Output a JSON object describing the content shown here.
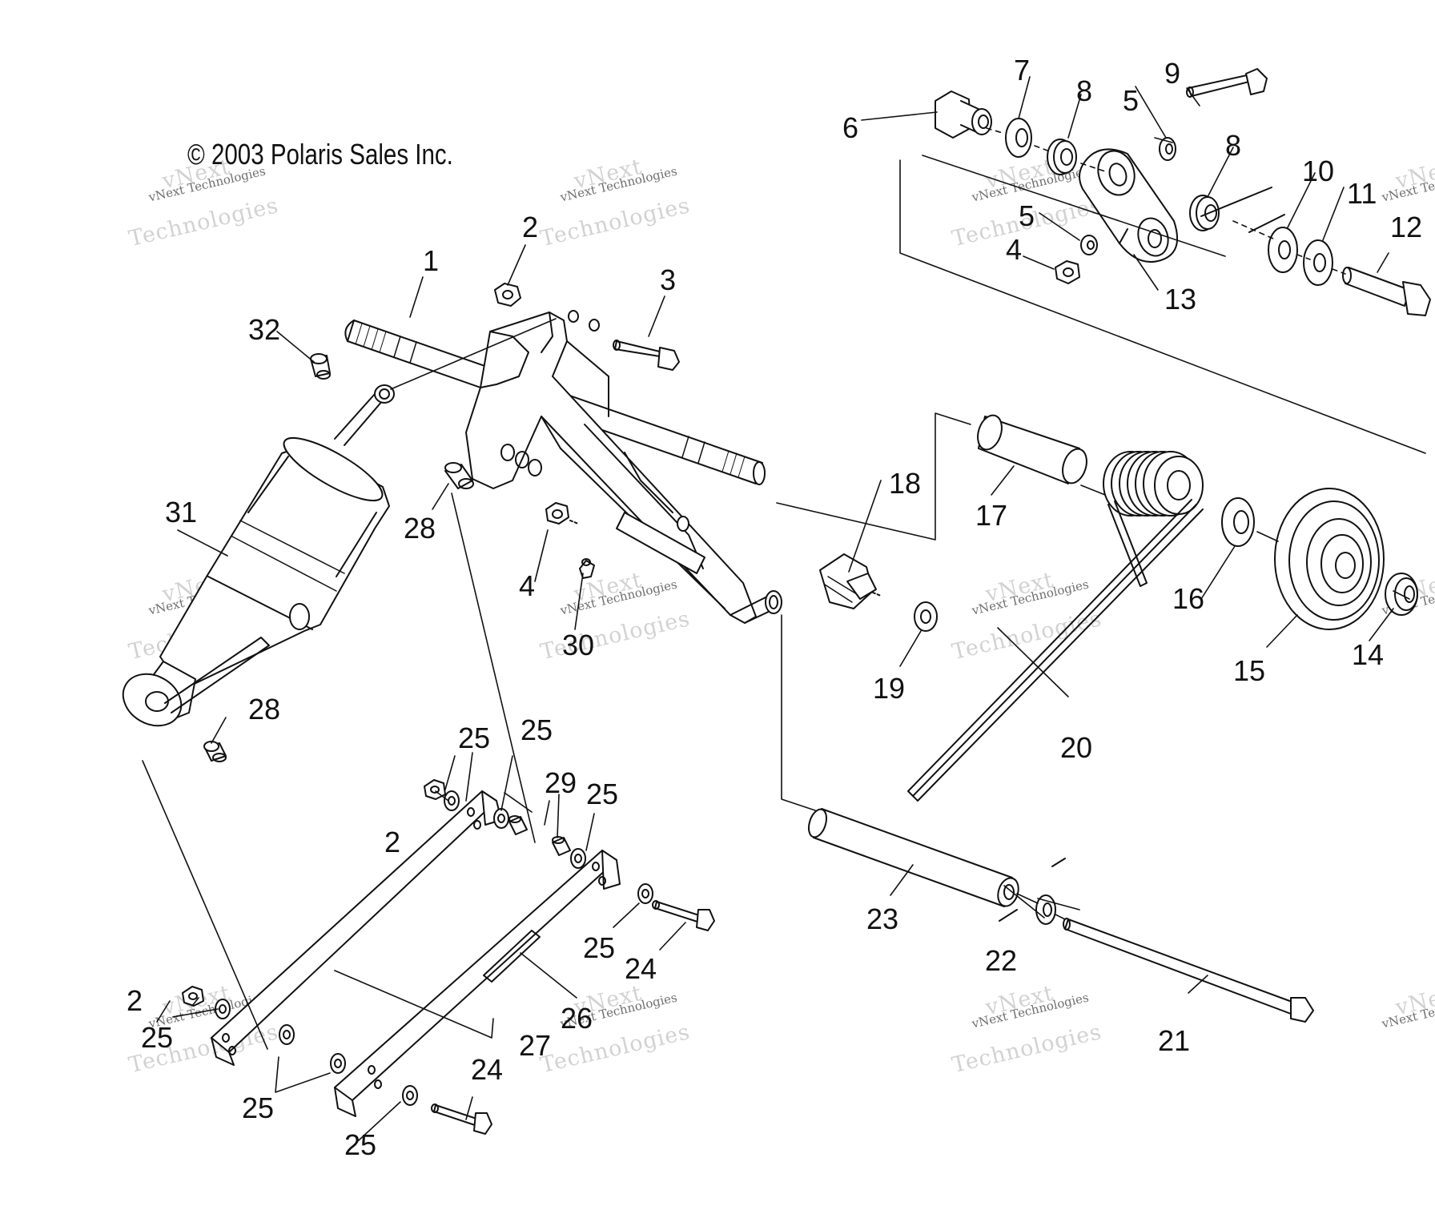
{
  "copyright": "© 2003 Polaris Sales Inc.",
  "watermark": {
    "line1": "vNext",
    "line2": "vNext Technologies",
    "line3": "Technologies"
  },
  "callouts": [
    "1",
    "2",
    "3",
    "4",
    "5",
    "6",
    "7",
    "8",
    "9",
    "10",
    "11",
    "12",
    "13",
    "14",
    "15",
    "16",
    "17",
    "18",
    "19",
    "20",
    "21",
    "22",
    "23",
    "24",
    "25",
    "26",
    "27",
    "28",
    "29",
    "30",
    "31",
    "32"
  ],
  "colors": {
    "ink": "#111111",
    "part_fill": "#ffffff",
    "watermark": "#c8c8c8"
  }
}
